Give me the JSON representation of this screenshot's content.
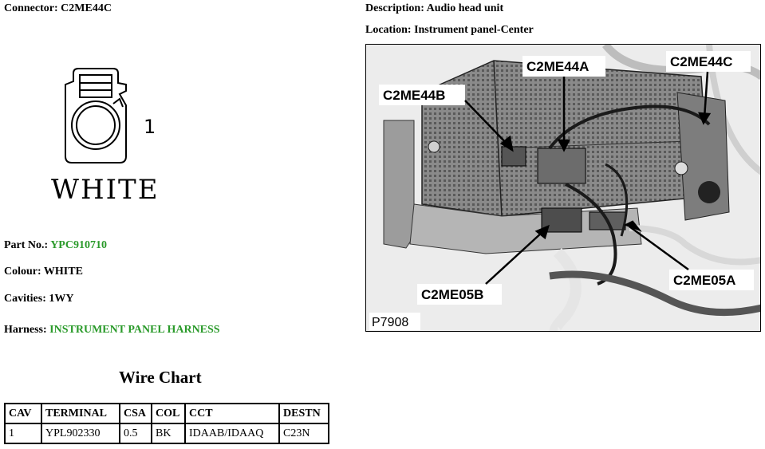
{
  "connector": {
    "label": "Connector:",
    "value": "C2ME44C"
  },
  "description": {
    "label": "Description:",
    "value": "Audio head unit"
  },
  "location": {
    "label": "Location:",
    "value": "Instrument panel-Center"
  },
  "diagram": {
    "pin_label": "1",
    "colour_text": "WHITE"
  },
  "part_no": {
    "label": "Part No.:",
    "value": "YPC910710"
  },
  "colour": {
    "label": "Colour:",
    "value": "WHITE"
  },
  "cavities": {
    "label": "Cavities:",
    "value": "1WY"
  },
  "harness": {
    "label": "Harness:",
    "value": "INSTRUMENT PANEL HARNESS"
  },
  "wire_chart": {
    "title": "Wire Chart",
    "headers": [
      "CAV",
      "TERMINAL",
      "CSA",
      "COL",
      "CCT",
      "DESTN"
    ],
    "rows": [
      [
        "1",
        "YPL902330",
        "0.5",
        "BK",
        "IDAAB/IDAAQ",
        "C23N"
      ]
    ]
  },
  "photo": {
    "callouts": [
      "C2ME44A",
      "C2ME44C",
      "C2ME44B",
      "C2ME05A",
      "C2ME05B"
    ],
    "picture_id": "P7908"
  },
  "colors": {
    "link_green": "#2a9a2a"
  }
}
